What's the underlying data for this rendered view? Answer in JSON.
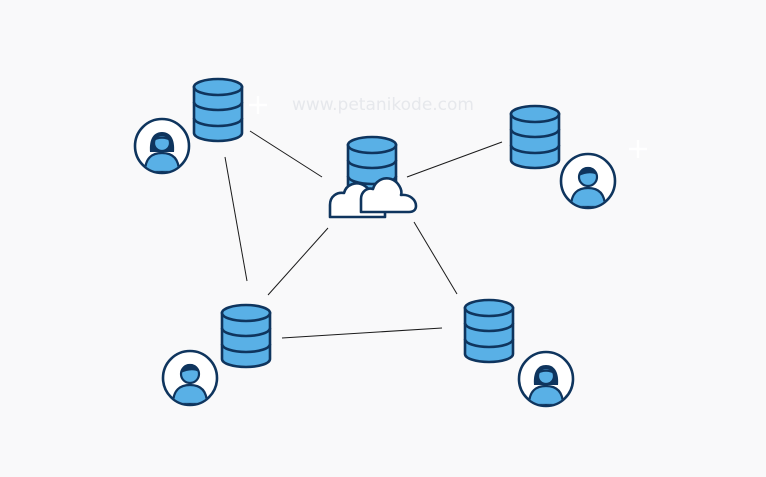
{
  "watermark": "www.petanikode.com",
  "colors": {
    "background": "#f9f9fa",
    "database_fill": "#59b0e6",
    "outline": "#0f355e",
    "link": "#1b1b1b"
  },
  "nodes": [
    {
      "id": "center-cloud-db",
      "icon": "cloud-database-icon"
    },
    {
      "id": "top-left-db",
      "icon": "database-icon",
      "user": "female-user-icon"
    },
    {
      "id": "top-right-db",
      "icon": "database-icon",
      "user": "male-user-icon"
    },
    {
      "id": "bottom-left-db",
      "icon": "database-icon",
      "user": "male-user-icon"
    },
    {
      "id": "bottom-right-db",
      "icon": "database-icon",
      "user": "female-user-icon"
    }
  ],
  "edges": [
    [
      "top-left-db",
      "center-cloud-db"
    ],
    [
      "top-right-db",
      "center-cloud-db"
    ],
    [
      "bottom-left-db",
      "center-cloud-db"
    ],
    [
      "bottom-right-db",
      "center-cloud-db"
    ],
    [
      "top-left-db",
      "bottom-left-db"
    ],
    [
      "bottom-left-db",
      "bottom-right-db"
    ]
  ]
}
